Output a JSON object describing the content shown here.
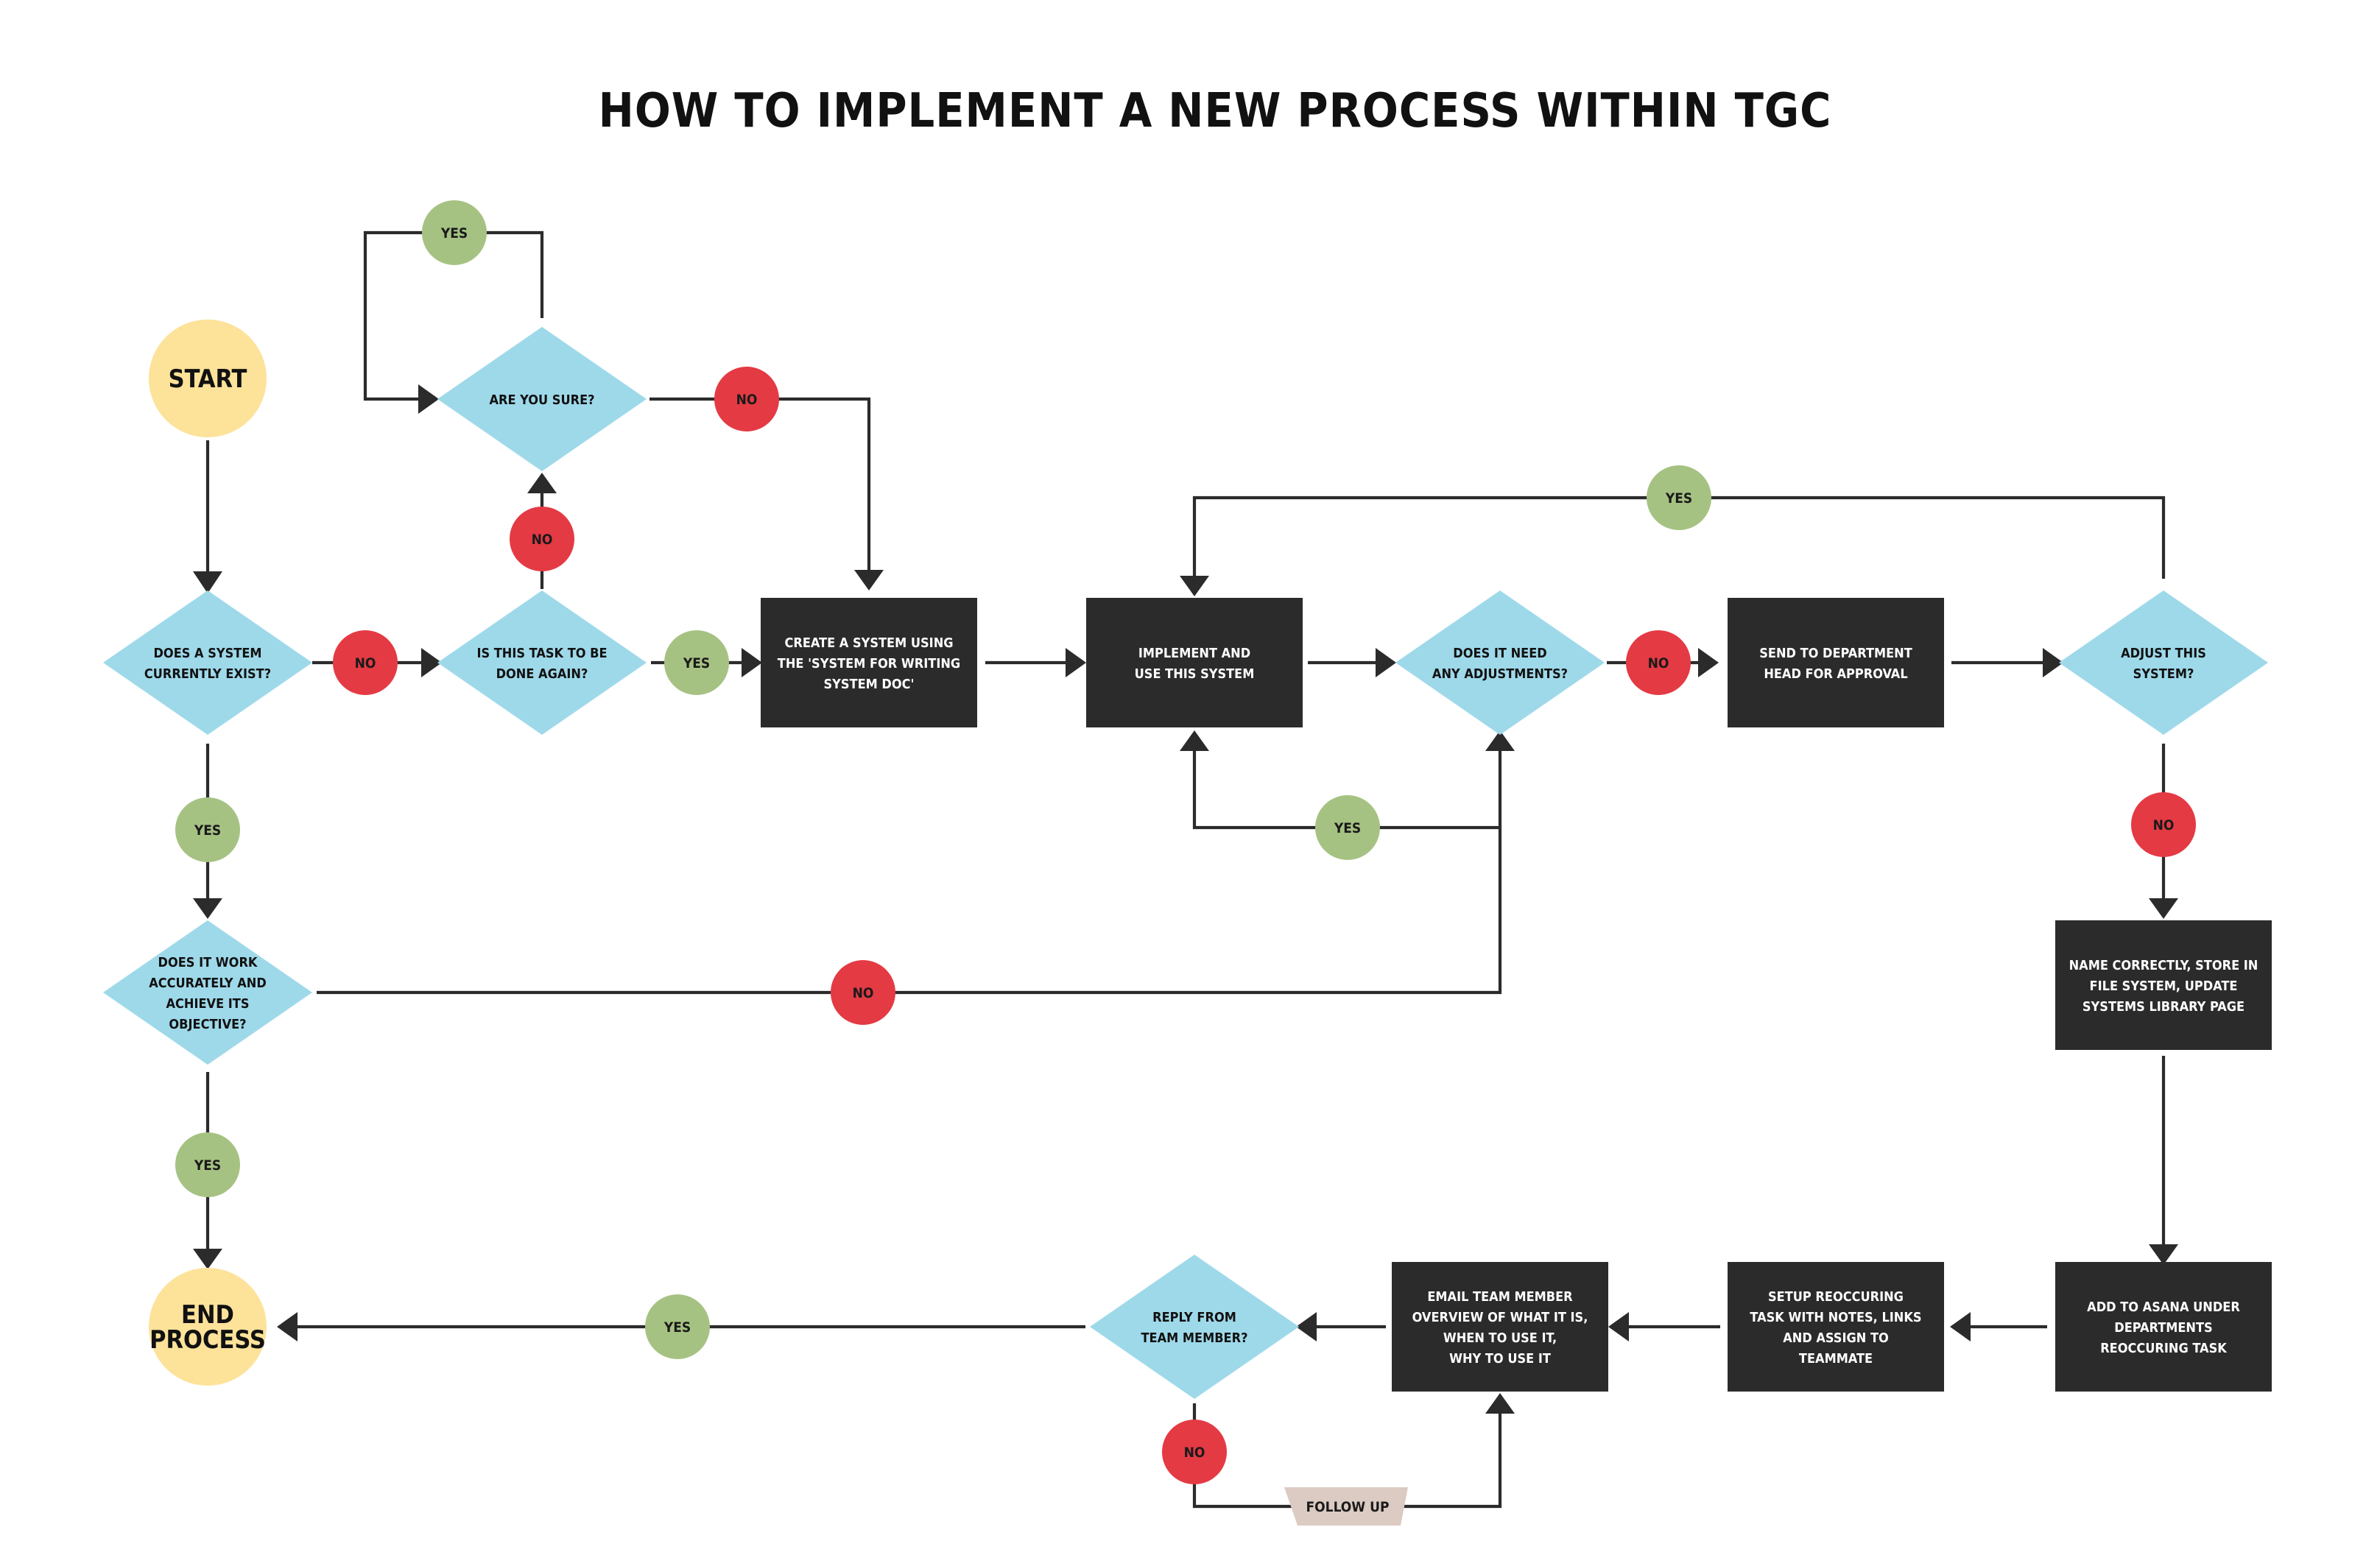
{
  "title": "HOW TO IMPLEMENT A NEW PROCESS WITHIN TGC",
  "colors": {
    "decision": "#9ed9ea",
    "process": "#2b2b2b",
    "terminal": "#fde29a",
    "yes": "#a6c283",
    "no": "#e43a44",
    "note": "#dccbc3",
    "line": "#2b2b2b"
  },
  "nodes": [
    {
      "id": "start",
      "type": "terminal",
      "lines": [
        "START"
      ]
    },
    {
      "id": "exist",
      "type": "decision",
      "lines": [
        "DOES A SYSTEM",
        "CURRENTLY EXIST?"
      ]
    },
    {
      "id": "again",
      "type": "decision",
      "lines": [
        "IS THIS TASK TO BE",
        "DONE AGAIN?"
      ]
    },
    {
      "id": "sure",
      "type": "decision",
      "lines": [
        "ARE YOU SURE?"
      ]
    },
    {
      "id": "create",
      "type": "process",
      "lines": [
        "CREATE A SYSTEM USING",
        "THE 'SYSTEM FOR WRITING",
        "SYSTEM DOC'"
      ]
    },
    {
      "id": "implement",
      "type": "process",
      "lines": [
        "IMPLEMENT AND",
        "USE THIS SYSTEM"
      ]
    },
    {
      "id": "adjustments",
      "type": "decision",
      "lines": [
        "DOES IT NEED",
        "ANY ADJUSTMENTS?"
      ]
    },
    {
      "id": "send",
      "type": "process",
      "lines": [
        "SEND TO DEPARTMENT",
        "HEAD FOR APPROVAL"
      ]
    },
    {
      "id": "adjust",
      "type": "decision",
      "lines": [
        "ADJUST THIS",
        "SYSTEM?"
      ]
    },
    {
      "id": "works",
      "type": "decision",
      "lines": [
        "DOES IT WORK",
        "ACCURATELY AND",
        "ACHIEVE ITS",
        "OBJECTIVE?"
      ]
    },
    {
      "id": "name",
      "type": "process",
      "lines": [
        "NAME CORRECTLY, STORE IN",
        "FILE SYSTEM, UPDATE",
        "SYSTEMS LIBRARY PAGE"
      ]
    },
    {
      "id": "asana",
      "type": "process",
      "lines": [
        "ADD TO ASANA UNDER",
        "DEPARTMENTS",
        "REOCCURING TASK"
      ]
    },
    {
      "id": "setup",
      "type": "process",
      "lines": [
        "SETUP REOCCURING",
        "TASK WITH NOTES, LINKS",
        "AND ASSIGN TO",
        "TEAMMATE"
      ]
    },
    {
      "id": "email",
      "type": "process",
      "lines": [
        "EMAIL TEAM MEMBER",
        "OVERVIEW OF WHAT IT IS,",
        "WHEN TO USE IT,",
        "WHY TO USE IT"
      ]
    },
    {
      "id": "reply",
      "type": "decision",
      "lines": [
        "REPLY FROM",
        "TEAM MEMBER?"
      ]
    },
    {
      "id": "end",
      "type": "terminal",
      "lines": [
        "END",
        "PROCESS"
      ]
    }
  ],
  "badges": [
    {
      "id": "b-sure-yes",
      "kind": "yes",
      "label": "YES"
    },
    {
      "id": "b-sure-no",
      "kind": "no",
      "label": "NO"
    },
    {
      "id": "b-again-no",
      "kind": "no",
      "label": "NO"
    },
    {
      "id": "b-exist-no",
      "kind": "no",
      "label": "NO"
    },
    {
      "id": "b-again-yes",
      "kind": "yes",
      "label": "YES"
    },
    {
      "id": "b-adjust-yes",
      "kind": "yes",
      "label": "YES"
    },
    {
      "id": "b-adjustments-no",
      "kind": "no",
      "label": "NO"
    },
    {
      "id": "b-adjustments-yes",
      "kind": "yes",
      "label": "YES"
    },
    {
      "id": "b-exist-yes",
      "kind": "yes",
      "label": "YES"
    },
    {
      "id": "b-adjust-no",
      "kind": "no",
      "label": "NO"
    },
    {
      "id": "b-works-no",
      "kind": "no",
      "label": "NO"
    },
    {
      "id": "b-works-yes",
      "kind": "yes",
      "label": "YES"
    },
    {
      "id": "b-reply-yes",
      "kind": "yes",
      "label": "YES"
    },
    {
      "id": "b-reply-no",
      "kind": "no",
      "label": "NO"
    }
  ],
  "note": {
    "label": "FOLLOW UP"
  }
}
